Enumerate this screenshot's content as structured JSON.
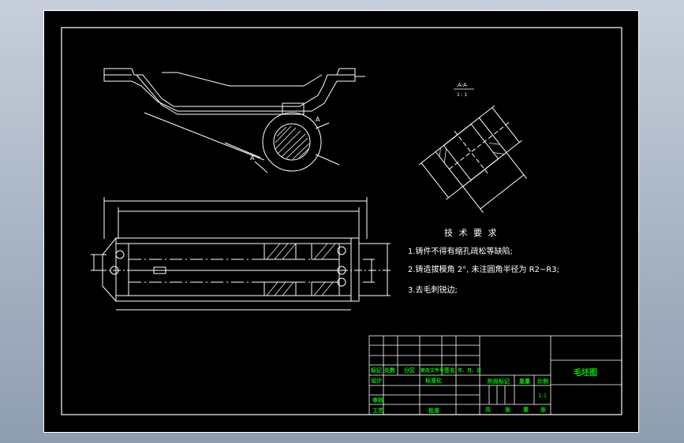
{
  "section_label": "A-A",
  "section_scale": "1 : 1",
  "view_arrow_label": "A",
  "tech_req": {
    "title": "技 术 要 求",
    "items": [
      "1.铸件不得有缩孔疏松等缺陷;",
      "2.铸造拔模角 2°, 未注圆角半径为 R2~R3;",
      "3.去毛刺锐边;"
    ]
  },
  "title_block": {
    "drawing_name": "毛坯图",
    "labels": {
      "mark": "标记",
      "count": "处数",
      "zone": "分区",
      "change_doc": "更改文件号",
      "sign": "签名",
      "date": "年、月、日",
      "design": "设计",
      "standardize": "标准化",
      "stage_mark": "阶段标记",
      "weight": "重量",
      "scale": "比例",
      "review": "审核",
      "process": "工艺",
      "approve": "批准",
      "total": "共",
      "sheet_word": "张",
      "no_word": "第",
      "sheet_word2": "张"
    },
    "scale_value": "1:1"
  },
  "colors": {
    "background": "#000000",
    "line": "#ffffff",
    "text": "#ffffff",
    "title_block_text": "#00e000",
    "frame_outer": "#9aa7b8"
  }
}
